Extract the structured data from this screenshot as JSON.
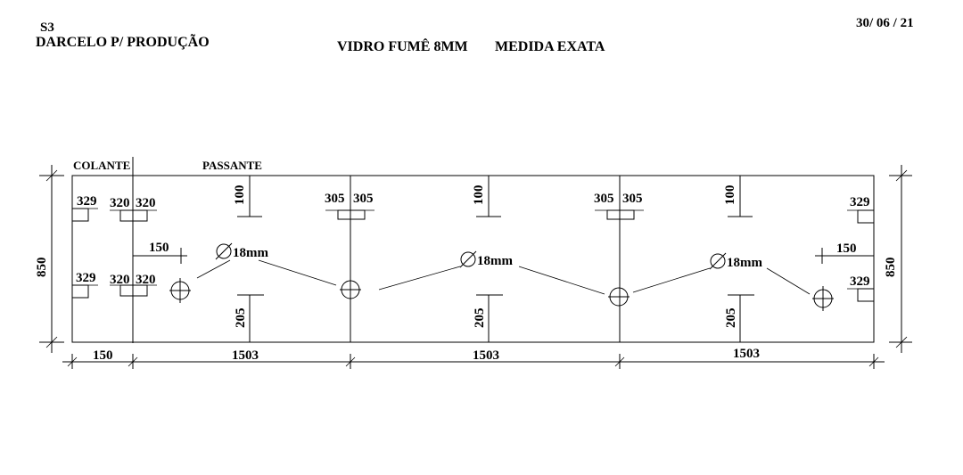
{
  "header": {
    "code": "S3",
    "client": "DARCELO P/ PRODUÇÃO",
    "material": "VIDRO FUMÊ 8MM",
    "note": "MEDIDA EXATA",
    "date": "30/ 06 / 21"
  },
  "labels": {
    "colante": "COLANTE",
    "passante": "PASSANTE"
  },
  "dimensions": {
    "height_left": "850",
    "height_right": "850",
    "bottom_150": "150",
    "bottom_1503_a": "1503",
    "bottom_1503_b": "1503",
    "bottom_1503_c": "1503",
    "offset_150_left": "150",
    "offset_150_right": "150",
    "tl_329": "329",
    "bl_329": "329",
    "tr_329": "329",
    "br_329": "329",
    "top_320_a": "320",
    "top_320_b": "320",
    "bot_320_a": "320",
    "bot_320_b": "320",
    "c1_305_a": "305",
    "c1_305_b": "305",
    "c2_305_a": "305",
    "c2_305_b": "305",
    "top_100_a": "100",
    "top_100_b": "100",
    "top_100_c": "100",
    "bot_205_a": "205",
    "bot_205_b": "205",
    "bot_205_c": "205"
  },
  "holes": {
    "dia_1": "18mm",
    "dia_2": "18mm",
    "dia_3": "18mm"
  }
}
